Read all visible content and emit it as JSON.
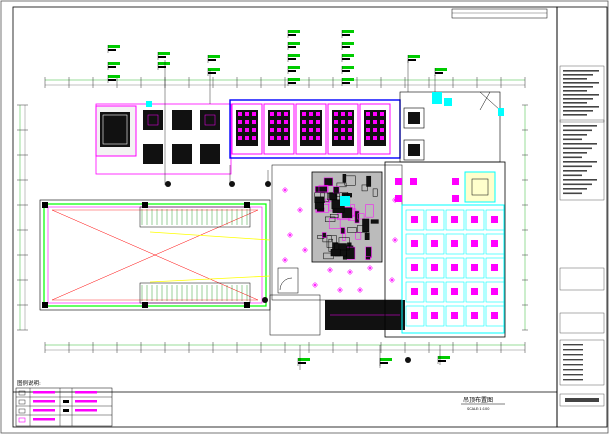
{
  "drawing": {
    "title": "吊顶布置图",
    "scale": "SCALE:1:100",
    "legend_heading": "图例说明:"
  },
  "colors": {
    "magenta": "#ff00ff",
    "cyan": "#00ffff",
    "green": "#00ff00",
    "yellow": "#ffff00",
    "blue": "#0000ff",
    "red": "#ff0000",
    "black": "#000000"
  }
}
